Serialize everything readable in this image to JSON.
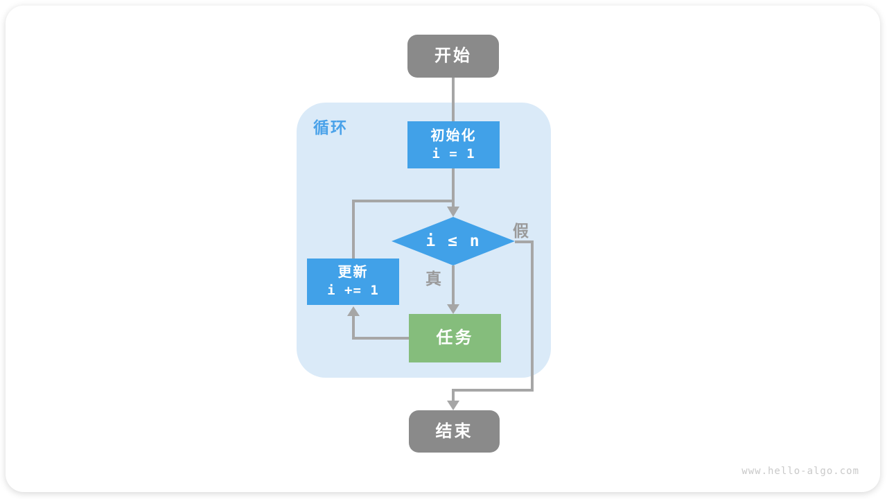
{
  "diagram": {
    "nodes": {
      "start": "开始",
      "init_title": "初始化",
      "init_code": "i = 1",
      "condition": "i ≤ n",
      "update_title": "更新",
      "update_code": "i += 1",
      "task": "任务",
      "end": "结束"
    },
    "labels": {
      "loop": "循环",
      "branch_true": "真",
      "branch_false": "假"
    },
    "colors": {
      "process_blue": "#41a1e8",
      "task_green": "#85bd7c",
      "terminal_gray": "#8a8a8a",
      "loop_background": "#daeaf8",
      "connector_gray": "#a6a6a6",
      "loop_label_blue": "#4aa2e9"
    },
    "watermark": "www.hello-algo.com"
  }
}
